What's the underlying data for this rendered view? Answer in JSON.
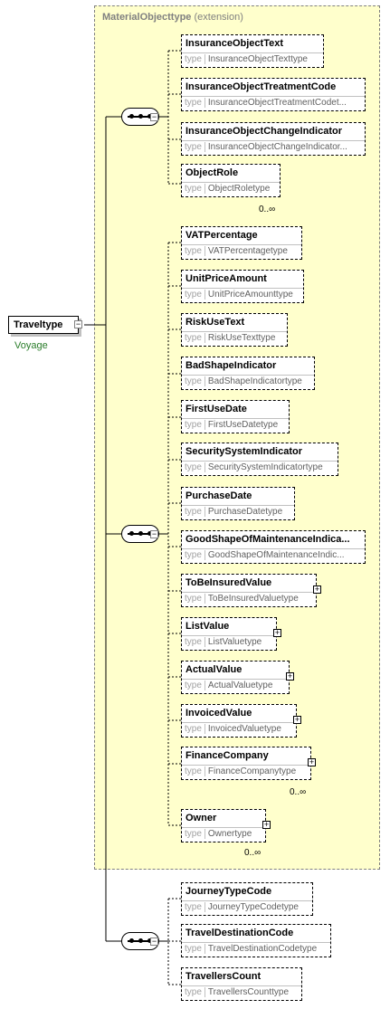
{
  "extension": {
    "type_name": "MaterialObjecttype",
    "suffix": "(extension)"
  },
  "root": {
    "name": "Traveltype",
    "label": "Voyage"
  },
  "type_keyword": "type",
  "group1": [
    {
      "name": "InsuranceObjectText",
      "type": "InsuranceObjectTexttype"
    },
    {
      "name": "InsuranceObjectTreatmentCode",
      "type": "InsuranceObjectTreatmentCodet..."
    },
    {
      "name": "InsuranceObjectChangeIndicator",
      "type": "InsuranceObjectChangeIndicator..."
    },
    {
      "name": "ObjectRole",
      "type": "ObjectRoletype",
      "card": "0..∞"
    }
  ],
  "group2": [
    {
      "name": "VATPercentage",
      "type": "VATPercentagetype"
    },
    {
      "name": "UnitPriceAmount",
      "type": "UnitPriceAmounttype"
    },
    {
      "name": "RiskUseText",
      "type": "RiskUseTexttype"
    },
    {
      "name": "BadShapeIndicator",
      "type": "BadShapeIndicatortype"
    },
    {
      "name": "FirstUseDate",
      "type": "FirstUseDatetype"
    },
    {
      "name": "SecuritySystemIndicator",
      "type": "SecuritySystemIndicatortype"
    },
    {
      "name": "PurchaseDate",
      "type": "PurchaseDatetype"
    },
    {
      "name": "GoodShapeOfMaintenanceIndica...",
      "type": "GoodShapeOfMaintenanceIndic..."
    },
    {
      "name": "ToBeInsuredValue",
      "type": "ToBeInsuredValuetype"
    },
    {
      "name": "ListValue",
      "type": "ListValuetype"
    },
    {
      "name": "ActualValue",
      "type": "ActualValuetype"
    },
    {
      "name": "InvoicedValue",
      "type": "InvoicedValuetype"
    },
    {
      "name": "FinanceCompany",
      "type": "FinanceCompanytype",
      "card": "0..∞"
    },
    {
      "name": "Owner",
      "type": "Ownertype",
      "card": "0..∞"
    }
  ],
  "group3": [
    {
      "name": "JourneyTypeCode",
      "type": "JourneyTypeCodetype"
    },
    {
      "name": "TravelDestinationCode",
      "type": "TravelDestinationCodetype"
    },
    {
      "name": "TravellersCount",
      "type": "TravellersCounttype"
    }
  ]
}
